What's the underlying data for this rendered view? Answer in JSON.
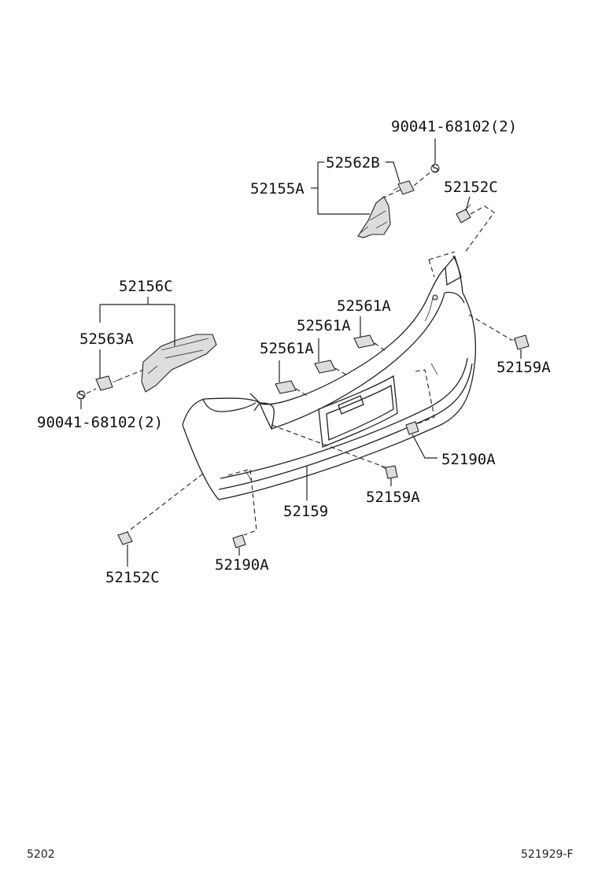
{
  "diagram": {
    "callouts": {
      "c_90041_top": "90041-68102(2)",
      "c_52562B": "52562B",
      "c_52155A": "52155A",
      "c_52152C_top": "52152C",
      "c_52156C": "52156C",
      "c_52563A": "52563A",
      "c_52561A_1": "52561A",
      "c_52561A_2": "52561A",
      "c_52561A_3": "52561A",
      "c_90041_left": "90041-68102(2)",
      "c_52159A_right": "52159A",
      "c_52190A_right": "52190A",
      "c_52159A_mid": "52159A",
      "c_52159": "52159",
      "c_52152C_bottom": "52152C",
      "c_52190A_bottom": "52190A"
    },
    "screw_symbol": "S"
  },
  "footer": {
    "page_code": "5202",
    "figure_code": "521929-F"
  }
}
